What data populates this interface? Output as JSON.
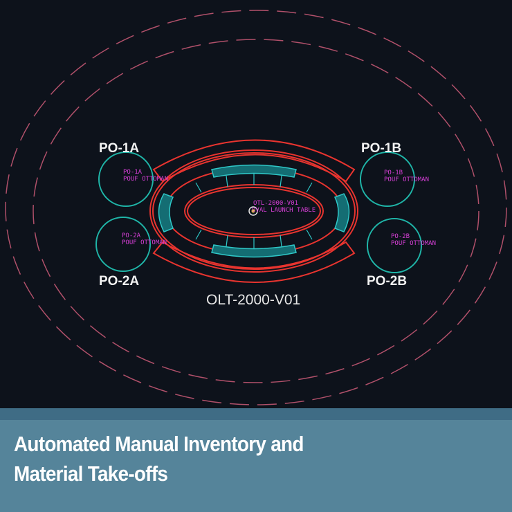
{
  "drawing": {
    "labels": {
      "po1a": "PO-1A",
      "po1b": "PO-1B",
      "po2a": "PO-2A",
      "po2b": "PO-2B"
    },
    "tags": {
      "po1a": [
        "PO-1A",
        "POUF OTTOMAN"
      ],
      "po1b": [
        "PO-1B",
        "POUF OTTOMAN"
      ],
      "po2a": [
        "PO-2A",
        "POUF OTTOMAN"
      ],
      "po2b": [
        "PO-2B",
        "POUF OTTOMAN"
      ],
      "table": [
        "OTL-2000-V01",
        "OVAL LAUNCH TABLE"
      ]
    },
    "title": "OLT-2000-V01",
    "colors": {
      "background": "#0d121b",
      "table": "#e8342f",
      "seats": "#2fc7c7",
      "ottoman": "#1fb5a8",
      "tag": "#d63fd6",
      "dashed": "#b0506a"
    }
  },
  "caption": {
    "line1": "Automated Manual Inventory and",
    "line2": "Material Take-offs",
    "band_color": "#55849a"
  }
}
